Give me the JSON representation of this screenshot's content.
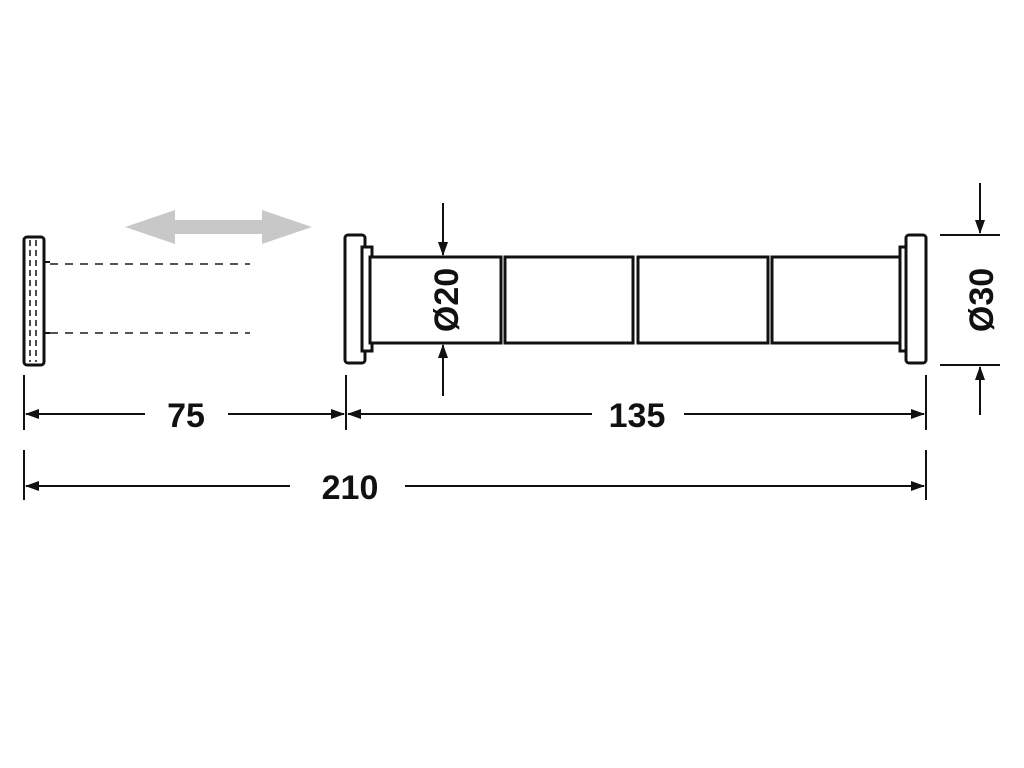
{
  "colors": {
    "line": "#111111",
    "hidden_line": "#555555",
    "motion_arrow": "#c8c8c8",
    "background": "#ffffff"
  },
  "dimensions": {
    "extension": "75",
    "body_length": "135",
    "overall_length": "210",
    "rod_diameter": "Ø20",
    "flange_diameter": "Ø30"
  },
  "icons": {
    "motion": "double-arrow-icon"
  }
}
